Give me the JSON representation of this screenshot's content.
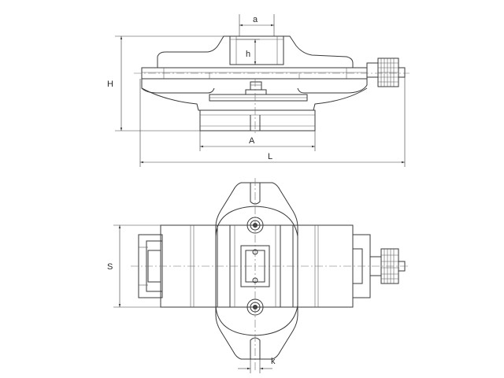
{
  "labels": {
    "a": "a",
    "h": "h",
    "H": "H",
    "A": "A",
    "L": "L",
    "S": "S",
    "k": "k"
  }
}
